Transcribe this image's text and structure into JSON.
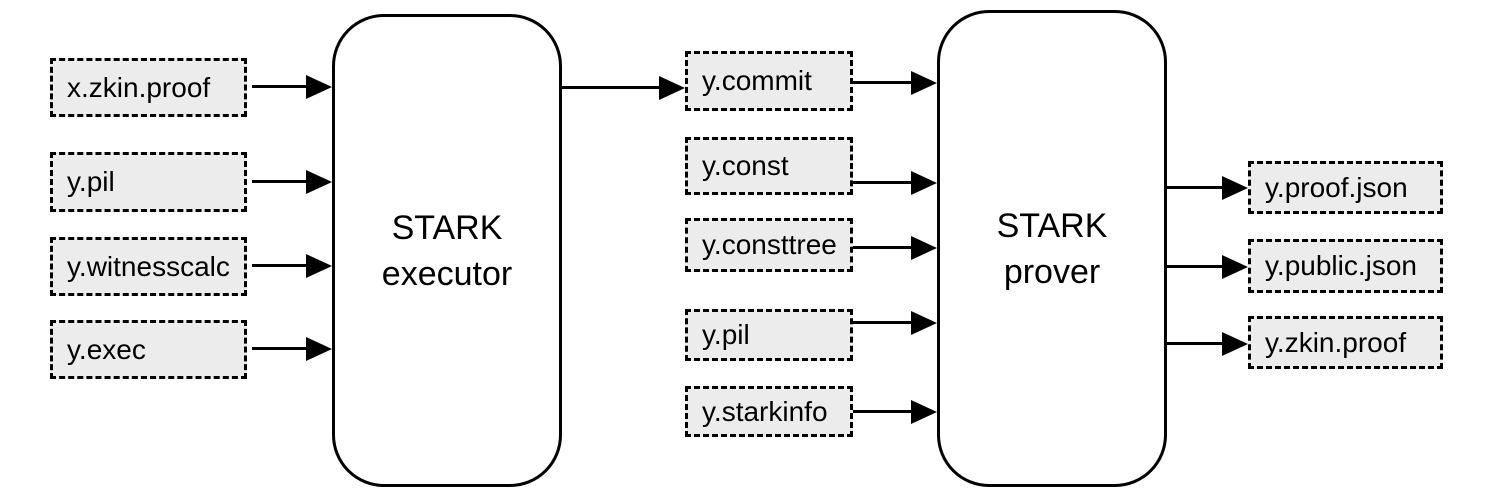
{
  "diagram": {
    "processes": [
      {
        "id": "stark-executor",
        "label": "STARK\nexecutor"
      },
      {
        "id": "stark-prover",
        "label": "STARK\nprover"
      }
    ],
    "executor_inputs": [
      "x.zkin.proof",
      "y.pil",
      "y.witnesscalc",
      "y.exec"
    ],
    "prover_inputs": [
      "y.commit",
      "y.const",
      "y.consttree",
      "y.pil",
      "y.starkinfo"
    ],
    "prover_outputs": [
      "y.proof.json",
      "y.public.json",
      "y.zkin.proof"
    ],
    "edges": [
      "x.zkin.proof -> STARK executor",
      "y.pil -> STARK executor",
      "y.witnesscalc -> STARK executor",
      "y.exec -> STARK executor",
      "STARK executor -> y.commit",
      "y.commit -> STARK prover",
      "y.const -> STARK prover",
      "y.consttree -> STARK prover",
      "y.pil -> STARK prover",
      "y.starkinfo -> STARK prover",
      "STARK prover -> y.proof.json",
      "STARK prover -> y.public.json",
      "STARK prover -> y.zkin.proof"
    ],
    "colors": {
      "stroke": "#000000",
      "file_fill": "#ececec",
      "background": "#ffffff"
    }
  }
}
